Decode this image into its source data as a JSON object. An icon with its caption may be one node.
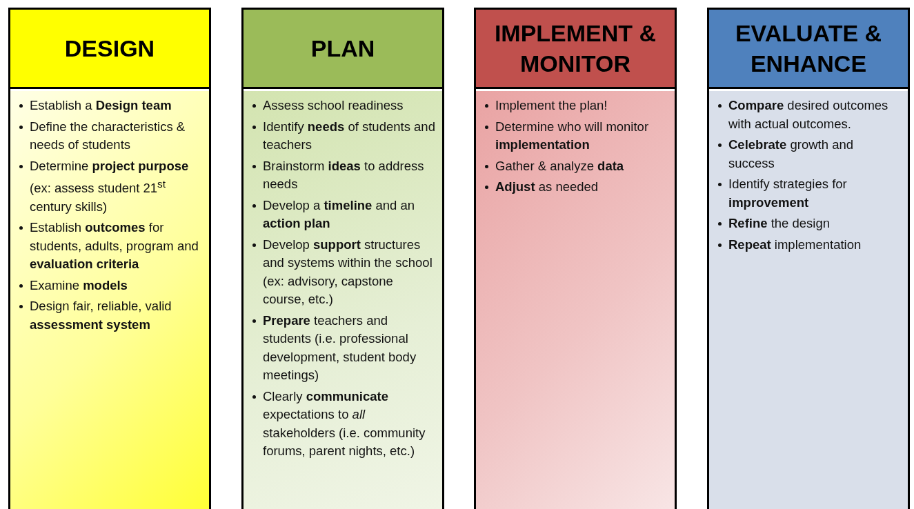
{
  "diagram": {
    "nodes": [
      {
        "text": [
          "DESIGN",
          "Establish a **Design team**",
          "Define the characteristics & needs of students",
          "Determine **project purpose** (ex: assess student 21$^{st}$ century skills)",
          "Establish **outcomes** for students, adults, program and **evaluation criteria**",
          "Examine **models**",
          "Design fair, reliable, valid **assessment system**"
        ]
      },
      {
        "text": [
          "PLAN",
          "Assess school readiness",
          "Identify **needs** of students and teachers",
          "Brainstorm **ideas** to address needs",
          "Develop a **timeline**  and an **action plan**",
          "Develop **support** structures and systems within the school (ex: advisory, capstone course, etc.)",
          "**Prepare** teachers and students (i.e. professional development, student body meetings)",
          "Clearly **communicate** expectations to *all* stakeholders (i.e. community forums, parent nights, etc.)"
        ]
      },
      {
        "text": [
          "IMPLEMENT & MONITOR",
          "Implement the plan!",
          "Determine who will monitor **implementation**",
          "Gather & analyze **data**",
          "**Adjust** as needed"
        ]
      },
      {
        "text": [
          "EVALUATE & ENHANCE",
          "**Compare** desired outcomes with actual outcomes.",
          "**Celebrate** growth and success",
          "Identify strategies for **improvement**",
          "**Refine** the design",
          "**Repeat** implementation"
        ]
      }
    ]
  }
}
